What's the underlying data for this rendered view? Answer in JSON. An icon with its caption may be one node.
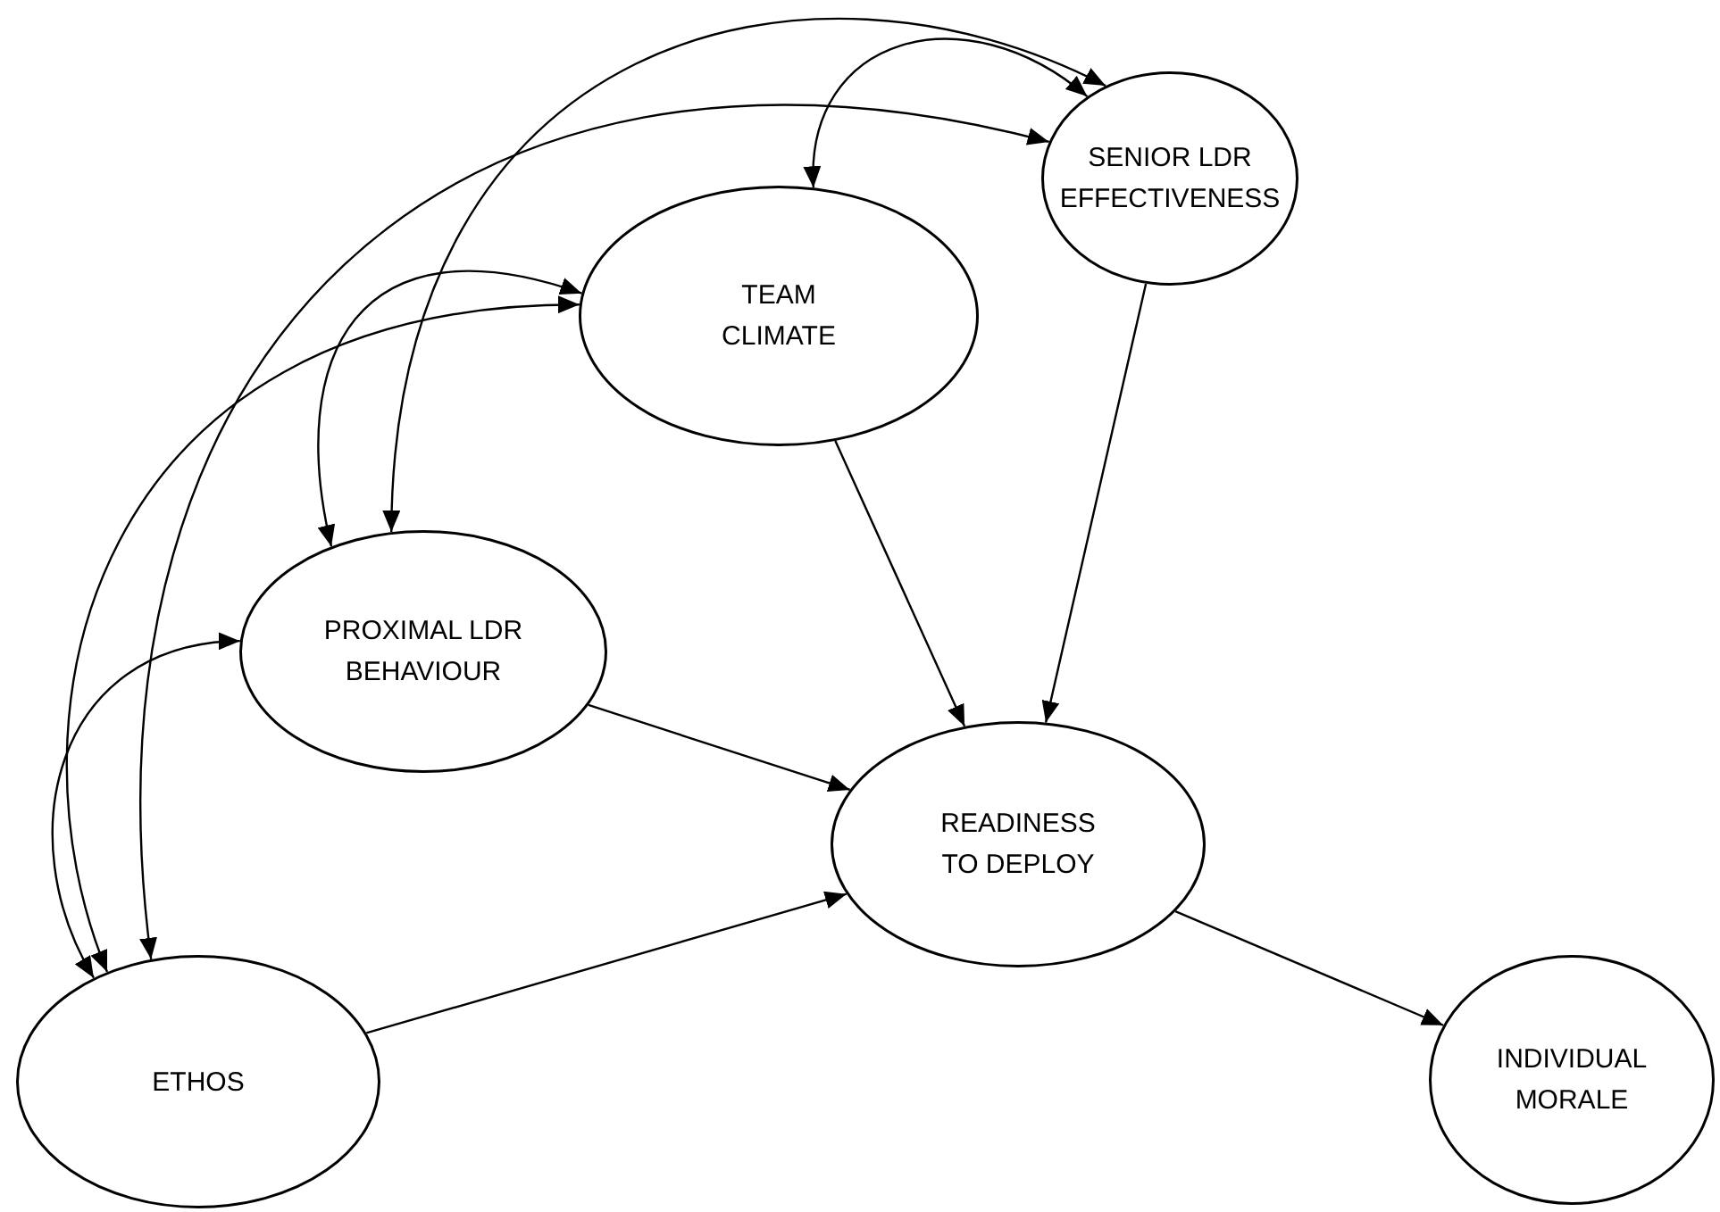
{
  "diagram": {
    "nodes": [
      {
        "text": [
          "SENIOR LDR EFFECTIVENESS"
        ]
      },
      {
        "text": [
          "TEAM CLIMATE"
        ]
      },
      {
        "text": [
          "PROXIMAL LDR BEHAVIOUR"
        ]
      },
      {
        "text": [
          "READINESS TO DEPLOY"
        ]
      },
      {
        "text": [
          "ETHOS"
        ]
      },
      {
        "text": [
          "INDIVIDUAL MORALE"
        ]
      }
    ],
    "edges": [
      {
        "from": 0,
        "to": 3,
        "arrow": "to"
      },
      {
        "from": 1,
        "to": 3,
        "arrow": "to"
      },
      {
        "from": 2,
        "to": 3,
        "arrow": "to"
      },
      {
        "from": 4,
        "to": 3,
        "arrow": "to"
      },
      {
        "from": 3,
        "to": 5,
        "arrow": "to"
      },
      {
        "from": 0,
        "to": 1,
        "arrow": "both"
      },
      {
        "from": 0,
        "to": 2,
        "arrow": "both"
      },
      {
        "from": 0,
        "to": 4,
        "arrow": "both"
      },
      {
        "from": 1,
        "to": 2,
        "arrow": "both"
      },
      {
        "from": 1,
        "to": 4,
        "arrow": "both"
      },
      {
        "from": 2,
        "to": 4,
        "arrow": "both"
      }
    ]
  }
}
